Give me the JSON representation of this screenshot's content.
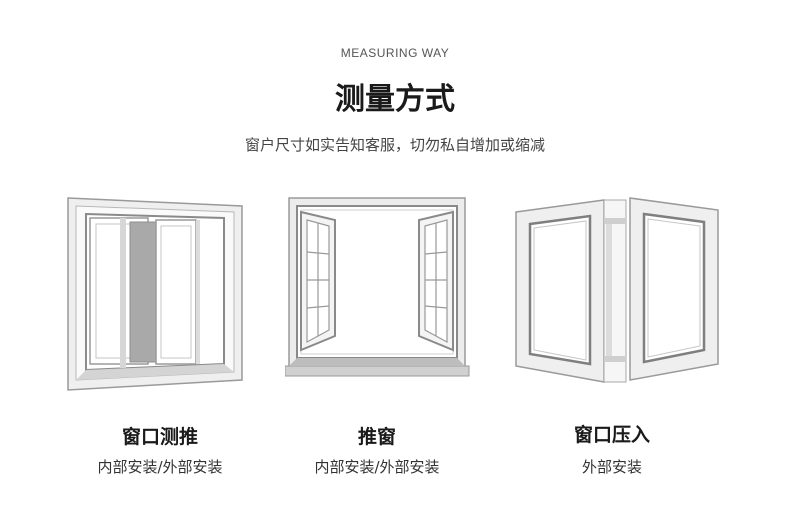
{
  "header": {
    "subtitle_en": "MEASURING WAY",
    "title": "测量方式",
    "description": "窗户尺寸如实告知客服，切勿私自增加或缩减"
  },
  "items": [
    {
      "name": "窗口测推",
      "method": "内部安装/外部安装",
      "icon": "sliding-window-icon"
    },
    {
      "name": "推窗",
      "method": "内部安装/外部安装",
      "icon": "casement-window-icon"
    },
    {
      "name": "窗口压入",
      "method": "外部安装",
      "icon": "double-sash-window-icon"
    }
  ],
  "colors": {
    "frame_outer": "#e6e6e6",
    "frame_edge": "#9a9a9a",
    "frame_dark": "#7f7f7f",
    "text": "#1a1a1a"
  }
}
